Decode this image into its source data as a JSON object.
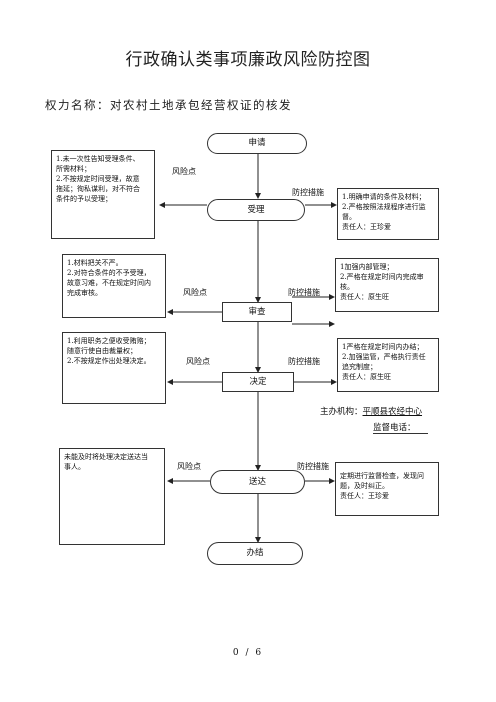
{
  "title": "行政确认类事项廉政风险防控图",
  "subtitle": "权力名称：对农村土地承包经营权证的核发",
  "steps": {
    "apply": "申请",
    "accept": "受理",
    "review": "审查",
    "decide": "决定",
    "deliver": "送达",
    "done": "办结"
  },
  "labels": {
    "risk_point": "风险点",
    "prevention": "防控措施"
  },
  "risks": {
    "accept": [
      "1.未一次性告知受理条件、",
      "所需材料；",
      "2.不按规定时间受理，故意",
      "拖延；徇私谋利，对不符合",
      "条件的予以受理；"
    ],
    "review": [
      "1.材料把关不严。",
      "2.对符合条件的不予受理，",
      "故意习难，不在规定时间内",
      "完成审核。"
    ],
    "decide": [
      "1.利用职务之便收受贿赂；",
      "随意行使自由裁量权；",
      "2.不按规定作出处理决定。"
    ],
    "deliver": [
      "未能及时将处理决定送达当",
      "事人。"
    ]
  },
  "measures": {
    "accept": [
      "1.明确申请的条件及材料；",
      "2.严格按照法规程序进行监",
      "督。",
      "责任人：王珍爱"
    ],
    "review": [
      "1加强内部管理；",
      "2.严格在规定时间内完成审",
      "核。",
      "责任人：原生旺"
    ],
    "decide": [
      "1严格在规定时间内办结；",
      "2.加强监管，严格执行责任",
      "追究制度；",
      "责任人：原生旺"
    ],
    "deliver": [
      "定期进行监督检查，发现问",
      "题，及时纠正。",
      "责任人：王珍爱"
    ]
  },
  "organizer": {
    "label": "主办机构：",
    "value": "平顺县农经中心",
    "phone_label": "监督电话："
  },
  "page": "0 / 6"
}
